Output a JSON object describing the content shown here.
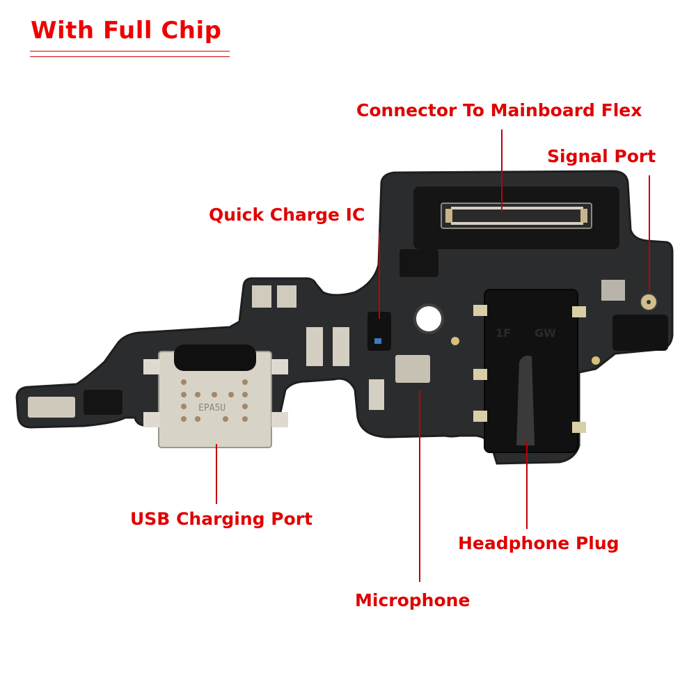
{
  "header": {
    "title": "With Full Chip"
  },
  "callouts": [
    {
      "id": "connector",
      "label": "Connector To Mainboard Flex"
    },
    {
      "id": "signal",
      "label": "Signal Port"
    },
    {
      "id": "quick_charge",
      "label": "Quick Charge IC"
    },
    {
      "id": "usb",
      "label": "USB Charging Port"
    },
    {
      "id": "headphone",
      "label": "Headphone Plug"
    },
    {
      "id": "microphone",
      "label": "Microphone"
    }
  ],
  "board": {
    "usb_marking": "EPA5U",
    "jack_marking_left": "1F",
    "jack_marking_right": "GW"
  },
  "colors": {
    "accent": "#e00000",
    "pcb": "#2b2c2e",
    "pcb_edge": "#1d1e20",
    "metal": "#d7d2c6",
    "gold": "#c9ab6a"
  }
}
